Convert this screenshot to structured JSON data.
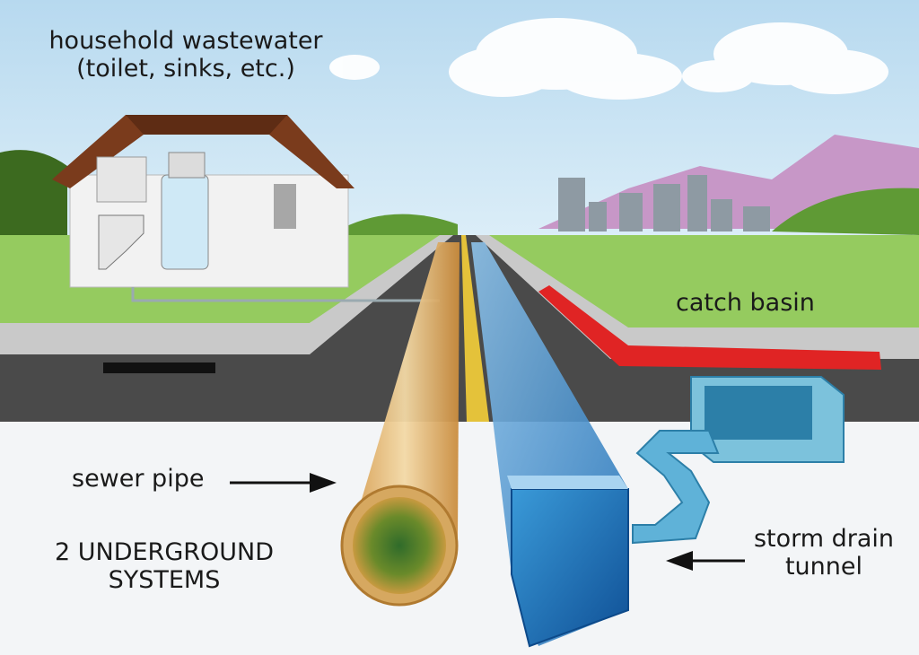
{
  "labels": {
    "household_line1": "household wastewater",
    "household_line2": "(toilet, sinks, etc.)",
    "catch_basin": "catch basin",
    "sewer_pipe": "sewer pipe",
    "systems_line1": "2 UNDERGROUND",
    "systems_line2": "SYSTEMS",
    "storm_line1": "storm drain",
    "storm_line2": "tunnel"
  },
  "colors": {
    "sky": "#c9e3f2",
    "grass": "#8fc95a",
    "road": "#4a4a4a",
    "sidewalk": "#c8c8c8",
    "catch_basin_curb": "#e02020",
    "storm_drain": "#2f86c9",
    "sewer_pipe": "#d9a85c",
    "ground": "#f4f6f8"
  }
}
